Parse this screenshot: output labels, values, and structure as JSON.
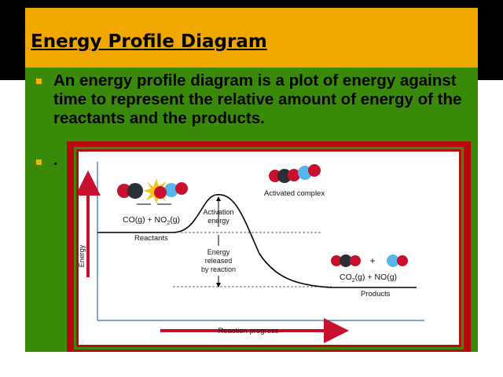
{
  "slide": {
    "title": "Energy Profile Diagram",
    "bullets": [
      "An energy profile diagram is a plot of energy against time to represent the relative amount of energy of the reactants and the products.",
      "."
    ]
  },
  "diagram": {
    "y_axis_label": "Energy",
    "x_axis_label": "Reaction progress",
    "reactant_formula": {
      "a": "CO(g) + NO",
      "sub": "2",
      "b": "(g)"
    },
    "reactants_label": "Reactants",
    "activated_complex_label": "Activated complex",
    "activation_energy_label": [
      "Activation",
      "energy"
    ],
    "energy_released_label": [
      "Energy",
      "released",
      "by reaction"
    ],
    "product_formula": {
      "a": "CO",
      "sub": "2",
      "b": "(g) + NO(g)"
    },
    "products_label": "Products",
    "plus_sign": "+",
    "colors": {
      "arrow": "#c8102e",
      "curve": "#000000",
      "carbon": "#2b2f36",
      "oxygen": "#c8102e",
      "nitrogen": "#56b6ea",
      "flash": "#f6c514"
    }
  }
}
